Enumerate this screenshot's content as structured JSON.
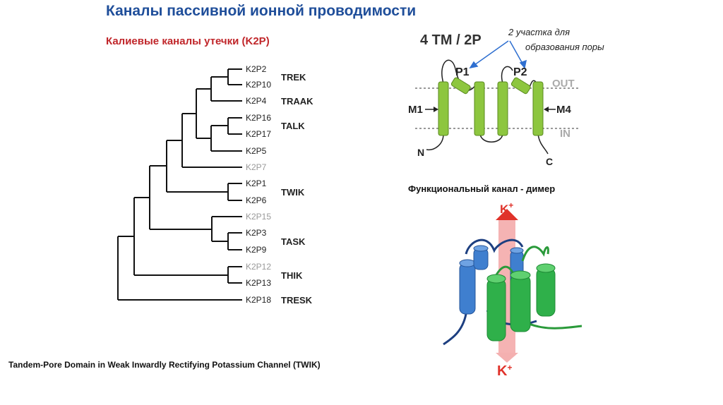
{
  "title": "Каналы пассивной ионной проводимости",
  "tree": {
    "heading": "Калиевые каналы утечки (K2P)",
    "leaves": [
      {
        "label": "K2P2",
        "grey": false
      },
      {
        "label": "K2P10",
        "grey": false
      },
      {
        "label": "K2P4",
        "grey": false
      },
      {
        "label": "K2P16",
        "grey": false
      },
      {
        "label": "K2P17",
        "grey": false
      },
      {
        "label": "K2P5",
        "grey": false
      },
      {
        "label": "K2P7",
        "grey": true
      },
      {
        "label": "K2P1",
        "grey": false
      },
      {
        "label": "K2P6",
        "grey": false
      },
      {
        "label": "K2P15",
        "grey": true
      },
      {
        "label": "K2P3",
        "grey": false
      },
      {
        "label": "K2P9",
        "grey": false
      },
      {
        "label": "K2P12",
        "grey": true
      },
      {
        "label": "K2P13",
        "grey": false
      },
      {
        "label": "K2P18",
        "grey": false
      }
    ],
    "families": [
      "TREK",
      "TRAAK",
      "TALK",
      "TWIK",
      "TASK",
      "THIK",
      "TRESK"
    ]
  },
  "topology": {
    "header": "4 TM / 2P",
    "note_line1": "2 участка для",
    "note_line2": "образования поры",
    "p1": "P1",
    "p2": "P2",
    "out": "OUT",
    "in": "IN",
    "m1": "M1",
    "m4": "M4",
    "n": "N",
    "c": "C"
  },
  "dimer": {
    "caption": "Функциональный канал - димер",
    "ion_top": "K+",
    "ion_bottom": "K+"
  },
  "footnote": "Tandem-Pore Domain in Weak Inwardly Rectifying Potassium Channel (TWIK)",
  "colors": {
    "title": "#1f4e9a",
    "subtitle": "#c0262a",
    "helix_green": "#8dc63f",
    "arrow_blue": "#2f6fd0",
    "dimer_blue": "#3f7fcf",
    "dimer_green": "#2fb04a",
    "ion_red": "#e0322a"
  }
}
